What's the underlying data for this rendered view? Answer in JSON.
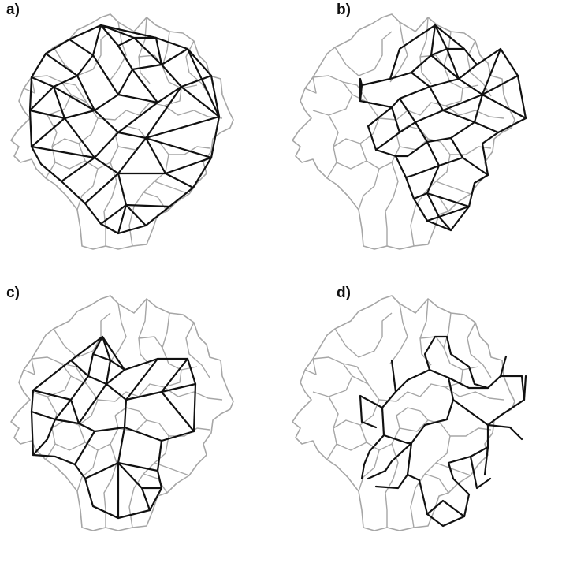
{
  "panels": [
    {
      "label": "a)"
    },
    {
      "label": "b)"
    },
    {
      "label": "c)"
    },
    {
      "label": "d)"
    }
  ],
  "colors": {
    "map_lines": "#a6a6a6",
    "network_lines": "#111111"
  }
}
